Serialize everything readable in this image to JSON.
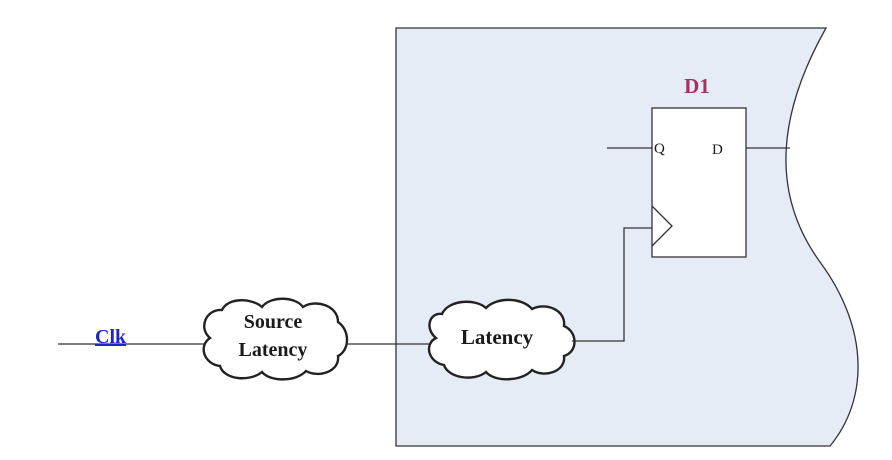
{
  "labels": {
    "clk": "Clk",
    "source_latency_line1": "Source",
    "source_latency_line2": "Latency",
    "latency": "Latency",
    "flop_name": "D1",
    "pin_q": "Q",
    "pin_d": "D"
  },
  "colors": {
    "chip_fill": "#e6ecf6",
    "stroke": "#333333",
    "clk_text": "#1f23c8",
    "flop_name_text": "#a0335f",
    "text": "#1a1a1a"
  }
}
